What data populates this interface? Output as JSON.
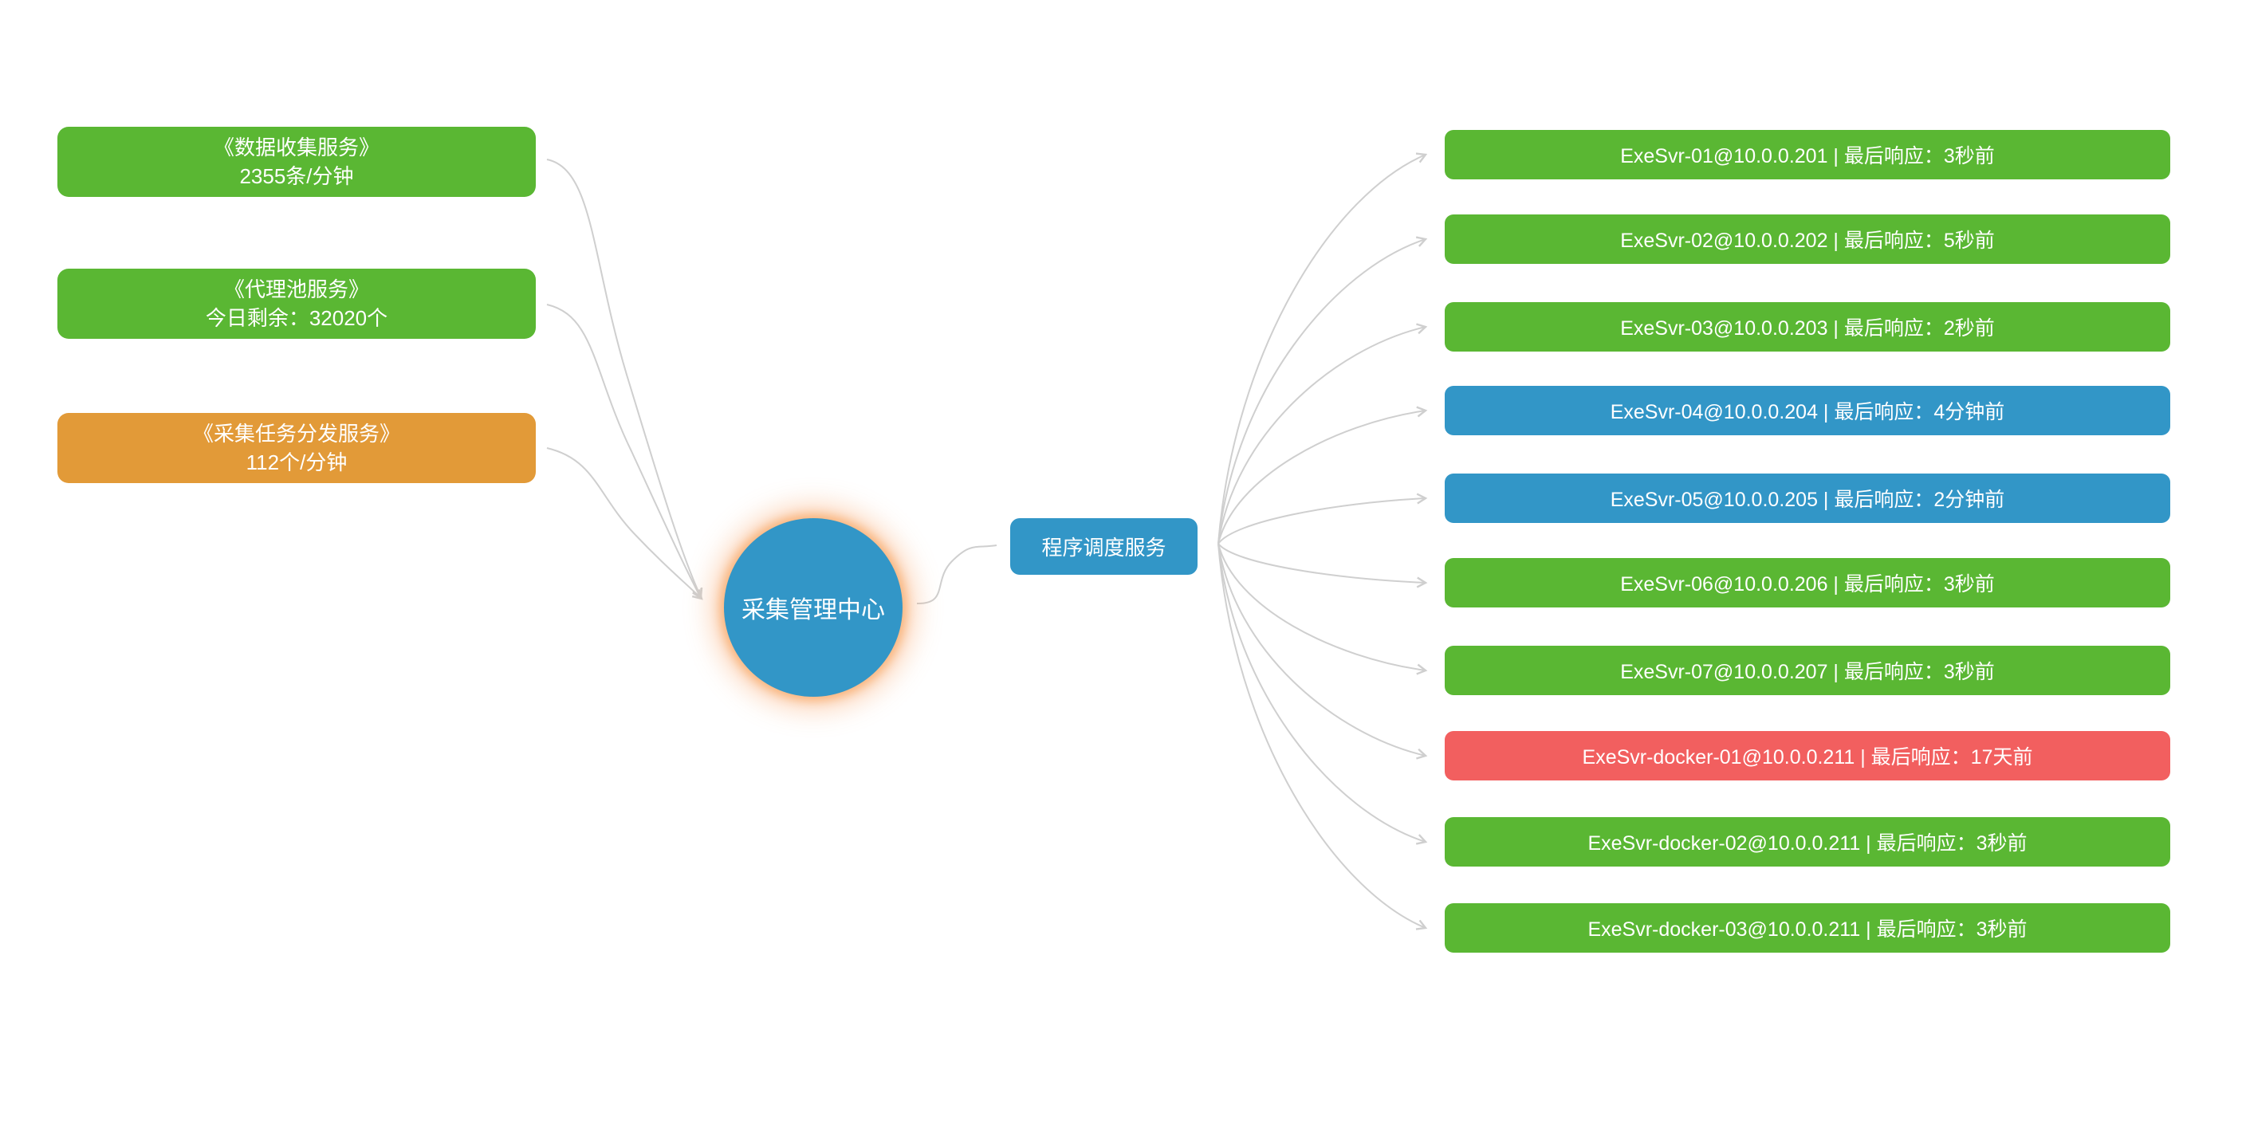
{
  "colors": {
    "green": "#5ab733",
    "orange": "#e29a38",
    "blue": "#3296c7",
    "red": "#f25f5f",
    "connector": "#cfcfcf"
  },
  "left_services": [
    {
      "title": "《数据收集服务》",
      "detail": "2355条/分钟",
      "status": "green"
    },
    {
      "title": "《代理池服务》",
      "detail": "今日剩余：32020个",
      "status": "green"
    },
    {
      "title": "《采集任务分发服务》",
      "detail": "112个/分钟",
      "status": "orange"
    }
  ],
  "hub": {
    "label": "采集管理中心",
    "status": "blue"
  },
  "scheduler": {
    "label": "程序调度服务",
    "status": "blue"
  },
  "servers": [
    {
      "label": "ExeSvr-01@10.0.0.201 | 最后响应：3秒前",
      "status": "green"
    },
    {
      "label": "ExeSvr-02@10.0.0.202 | 最后响应：5秒前",
      "status": "green"
    },
    {
      "label": "ExeSvr-03@10.0.0.203 | 最后响应：2秒前",
      "status": "green"
    },
    {
      "label": "ExeSvr-04@10.0.0.204 | 最后响应：4分钟前",
      "status": "blue"
    },
    {
      "label": "ExeSvr-05@10.0.0.205 | 最后响应：2分钟前",
      "status": "blue"
    },
    {
      "label": "ExeSvr-06@10.0.0.206 | 最后响应：3秒前",
      "status": "green"
    },
    {
      "label": "ExeSvr-07@10.0.0.207 | 最后响应：3秒前",
      "status": "green"
    },
    {
      "label": "ExeSvr-docker-01@10.0.0.211 | 最后响应：17天前",
      "status": "red"
    },
    {
      "label": "ExeSvr-docker-02@10.0.0.211 | 最后响应：3秒前",
      "status": "green"
    },
    {
      "label": "ExeSvr-docker-03@10.0.0.211 | 最后响应：3秒前",
      "status": "green"
    }
  ]
}
